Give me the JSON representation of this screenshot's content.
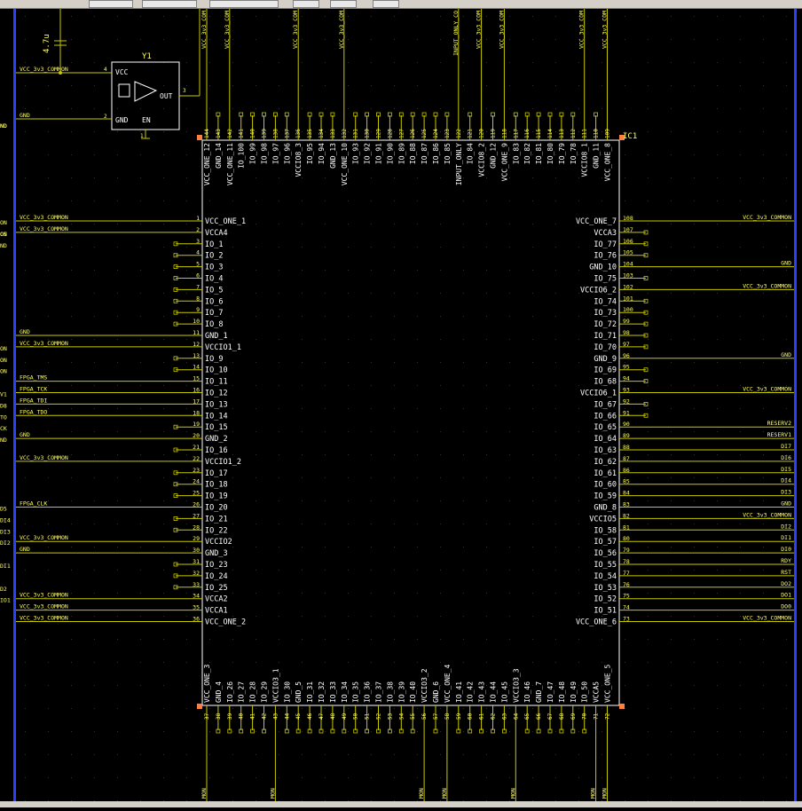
{
  "colors": {
    "background": "#000000",
    "wire": "#c8c800",
    "text": "#ffff66",
    "body": "#ffffff",
    "pin_end": "#ff8040",
    "bus": "#2a40ff",
    "grid": "#303030",
    "pin_label": "#ffffff"
  },
  "crystal": {
    "refdes": "Y1",
    "pins": [
      "VCC",
      "OUT",
      "GND",
      "EN"
    ],
    "pin_numbers": [
      "4",
      "3",
      "2",
      "1"
    ],
    "net_vcc": "VCC_3v3_COMMON",
    "net_gnd": "GND",
    "cap_value": "4.7u"
  },
  "chip": {
    "refdes": "IC1",
    "left_pins": [
      {
        "num": "1",
        "name": "VCC_ONE_1",
        "net": "VCC_3v3_COMMON"
      },
      {
        "num": "2",
        "name": "VCCA4",
        "net": "VCC_3v3_COMMON"
      },
      {
        "num": "3",
        "name": "IO_1",
        "net": ""
      },
      {
        "num": "4",
        "name": "IO_2",
        "net": ""
      },
      {
        "num": "5",
        "name": "IO_3",
        "net": ""
      },
      {
        "num": "6",
        "name": "IO_4",
        "net": ""
      },
      {
        "num": "7",
        "name": "IO_5",
        "net": ""
      },
      {
        "num": "8",
        "name": "IO_6",
        "net": ""
      },
      {
        "num": "9",
        "name": "IO_7",
        "net": ""
      },
      {
        "num": "10",
        "name": "IO_8",
        "net": ""
      },
      {
        "num": "11",
        "name": "GND_1",
        "net": "GND"
      },
      {
        "num": "12",
        "name": "VCCIO1_1",
        "net": "VCC_3v3_COMMON"
      },
      {
        "num": "13",
        "name": "IO_9",
        "net": ""
      },
      {
        "num": "14",
        "name": "IO_10",
        "net": ""
      },
      {
        "num": "15",
        "name": "IO_11",
        "net": "FPGA_TMS"
      },
      {
        "num": "16",
        "name": "IO_12",
        "net": "FPGA_TCK"
      },
      {
        "num": "17",
        "name": "IO_13",
        "net": "FPGA_TDI"
      },
      {
        "num": "18",
        "name": "IO_14",
        "net": "FPGA_TDO"
      },
      {
        "num": "19",
        "name": "IO_15",
        "net": ""
      },
      {
        "num": "20",
        "name": "GND_2",
        "net": "GND"
      },
      {
        "num": "21",
        "name": "IO_16",
        "net": ""
      },
      {
        "num": "22",
        "name": "VCCIO1_2",
        "net": "VCC_3v3_COMMON"
      },
      {
        "num": "23",
        "name": "IO_17",
        "net": ""
      },
      {
        "num": "24",
        "name": "IO_18",
        "net": ""
      },
      {
        "num": "25",
        "name": "IO_19",
        "net": ""
      },
      {
        "num": "26",
        "name": "IO_20",
        "net": "FPGA_CLK"
      },
      {
        "num": "27",
        "name": "IO_21",
        "net": ""
      },
      {
        "num": "28",
        "name": "IO_22",
        "net": ""
      },
      {
        "num": "29",
        "name": "VCCIO2",
        "net": "VCC_3v3_COMMON"
      },
      {
        "num": "30",
        "name": "GND_3",
        "net": "GND"
      },
      {
        "num": "31",
        "name": "IO_23",
        "net": ""
      },
      {
        "num": "32",
        "name": "IO_24",
        "net": ""
      },
      {
        "num": "33",
        "name": "IO_25",
        "net": ""
      },
      {
        "num": "34",
        "name": "VCCA2",
        "net": "VCC_3v3_COMMON"
      },
      {
        "num": "35",
        "name": "VCCA1",
        "net": "VCC_3v3_COMMON"
      },
      {
        "num": "36",
        "name": "VCC_ONE_2",
        "net": "VCC_3v3_COMMON"
      }
    ],
    "right_pins": [
      {
        "num": "108",
        "name": "VCC_ONE_7",
        "net": "VCC_3v3_COMMON"
      },
      {
        "num": "107",
        "name": "VCCA3",
        "net": ""
      },
      {
        "num": "106",
        "name": "IO_77",
        "net": ""
      },
      {
        "num": "105",
        "name": "IO_76",
        "net": ""
      },
      {
        "num": "104",
        "name": "GND_10",
        "net": "GND"
      },
      {
        "num": "103",
        "name": "IO_75",
        "net": ""
      },
      {
        "num": "102",
        "name": "VCCIO6_2",
        "net": "VCC_3v3_COMMON"
      },
      {
        "num": "101",
        "name": "IO_74",
        "net": ""
      },
      {
        "num": "100",
        "name": "IO_73",
        "net": ""
      },
      {
        "num": "99",
        "name": "IO_72",
        "net": ""
      },
      {
        "num": "98",
        "name": "IO_71",
        "net": ""
      },
      {
        "num": "97",
        "name": "IO_70",
        "net": ""
      },
      {
        "num": "96",
        "name": "GND_9",
        "net": "GND"
      },
      {
        "num": "95",
        "name": "IO_69",
        "net": ""
      },
      {
        "num": "94",
        "name": "IO_68",
        "net": ""
      },
      {
        "num": "93",
        "name": "VCCIO6_1",
        "net": "VCC_3v3_COMMON"
      },
      {
        "num": "92",
        "name": "IO_67",
        "net": ""
      },
      {
        "num": "91",
        "name": "IO_66",
        "net": ""
      },
      {
        "num": "90",
        "name": "IO_65",
        "net": "RESERV2"
      },
      {
        "num": "89",
        "name": "IO_64",
        "net": "RESERV1"
      },
      {
        "num": "88",
        "name": "IO_63",
        "net": "DI7"
      },
      {
        "num": "87",
        "name": "IO_62",
        "net": "DI6"
      },
      {
        "num": "86",
        "name": "IO_61",
        "net": "DI5"
      },
      {
        "num": "85",
        "name": "IO_60",
        "net": "DI4"
      },
      {
        "num": "84",
        "name": "IO_59",
        "net": "DI3"
      },
      {
        "num": "83",
        "name": "GND_8",
        "net": "GND"
      },
      {
        "num": "82",
        "name": "VCCIO5",
        "net": "VCC_3v3_COMMON"
      },
      {
        "num": "81",
        "name": "IO_58",
        "net": "DI2"
      },
      {
        "num": "80",
        "name": "IO_57",
        "net": "DI1"
      },
      {
        "num": "79",
        "name": "IO_56",
        "net": "DI0"
      },
      {
        "num": "78",
        "name": "IO_55",
        "net": "RDY"
      },
      {
        "num": "77",
        "name": "IO_54",
        "net": "RST"
      },
      {
        "num": "76",
        "name": "IO_53",
        "net": "DO2"
      },
      {
        "num": "75",
        "name": "IO_52",
        "net": "DO1"
      },
      {
        "num": "74",
        "name": "IO_51",
        "net": "DO0"
      },
      {
        "num": "73",
        "name": "VCC_ONE_6",
        "net": "VCC_3v3_COMMON"
      }
    ],
    "top_pins": [
      {
        "num": "144",
        "name": "VCC_ONE_12",
        "net": "VCC_3v3_COM"
      },
      {
        "num": "143",
        "name": "GND_14",
        "net": ""
      },
      {
        "num": "142",
        "name": "VCC_ONE_11",
        "net": "VCC_3v3_COM"
      },
      {
        "num": "141",
        "name": "IO_100",
        "net": ""
      },
      {
        "num": "140",
        "name": "IO_99",
        "net": ""
      },
      {
        "num": "139",
        "name": "IO_98",
        "net": ""
      },
      {
        "num": "138",
        "name": "IO_97",
        "net": ""
      },
      {
        "num": "137",
        "name": "IO_96",
        "net": ""
      },
      {
        "num": "136",
        "name": "VCCIO8_3",
        "net": "VCC_3v3_COM"
      },
      {
        "num": "135",
        "name": "IO_95",
        "net": ""
      },
      {
        "num": "134",
        "name": "IO_94",
        "net": ""
      },
      {
        "num": "133",
        "name": "GND_13",
        "net": ""
      },
      {
        "num": "132",
        "name": "VCC_ONE_10",
        "net": "VCC_3v3_COM"
      },
      {
        "num": "131",
        "name": "IO_93",
        "net": ""
      },
      {
        "num": "130",
        "name": "IO_92",
        "net": ""
      },
      {
        "num": "129",
        "name": "IO_91",
        "net": ""
      },
      {
        "num": "128",
        "name": "IO_90",
        "net": ""
      },
      {
        "num": "127",
        "name": "IO_89",
        "net": ""
      },
      {
        "num": "126",
        "name": "IO_88",
        "net": ""
      },
      {
        "num": "125",
        "name": "IO_87",
        "net": ""
      },
      {
        "num": "124",
        "name": "IO_86",
        "net": ""
      },
      {
        "num": "123",
        "name": "IO_85",
        "net": ""
      },
      {
        "num": "122",
        "name": "INPUT_ONLY",
        "net": "INPUT_ONLY_CO"
      },
      {
        "num": "121",
        "name": "IO_84",
        "net": ""
      },
      {
        "num": "120",
        "name": "VCCIO8_2",
        "net": "VCC_3v3_COM"
      },
      {
        "num": "119",
        "name": "GND_12",
        "net": ""
      },
      {
        "num": "118",
        "name": "VCC_ONE_9",
        "net": "VCC_3v3_COM"
      },
      {
        "num": "117",
        "name": "IO_83",
        "net": ""
      },
      {
        "num": "116",
        "name": "IO_82",
        "net": ""
      },
      {
        "num": "115",
        "name": "IO_81",
        "net": ""
      },
      {
        "num": "114",
        "name": "IO_80",
        "net": ""
      },
      {
        "num": "113",
        "name": "IO_79",
        "net": ""
      },
      {
        "num": "112",
        "name": "IO_78",
        "net": ""
      },
      {
        "num": "111",
        "name": "VCCIO8_1",
        "net": "VCC_3v3_COM"
      },
      {
        "num": "110",
        "name": "GND_11",
        "net": ""
      },
      {
        "num": "109",
        "name": "VCC_ONE_8",
        "net": "VCC_3v3_COM"
      }
    ],
    "bottom_pins": [
      {
        "num": "37",
        "name": "VCC_ONE_3",
        "net": "MON"
      },
      {
        "num": "38",
        "name": "GND_4",
        "net": ""
      },
      {
        "num": "39",
        "name": "IO_26",
        "net": ""
      },
      {
        "num": "40",
        "name": "IO_27",
        "net": ""
      },
      {
        "num": "41",
        "name": "IO_28",
        "net": ""
      },
      {
        "num": "42",
        "name": "IO_29",
        "net": ""
      },
      {
        "num": "43",
        "name": "VCCIO3_1",
        "net": "MON"
      },
      {
        "num": "44",
        "name": "IO_30",
        "net": ""
      },
      {
        "num": "45",
        "name": "GND_5",
        "net": ""
      },
      {
        "num": "46",
        "name": "IO_31",
        "net": ""
      },
      {
        "num": "47",
        "name": "IO_32",
        "net": ""
      },
      {
        "num": "48",
        "name": "IO_33",
        "net": ""
      },
      {
        "num": "49",
        "name": "IO_34",
        "net": ""
      },
      {
        "num": "50",
        "name": "IO_35",
        "net": ""
      },
      {
        "num": "51",
        "name": "IO_36",
        "net": ""
      },
      {
        "num": "52",
        "name": "IO_37",
        "net": ""
      },
      {
        "num": "53",
        "name": "IO_38",
        "net": ""
      },
      {
        "num": "54",
        "name": "IO_39",
        "net": ""
      },
      {
        "num": "55",
        "name": "IO_40",
        "net": ""
      },
      {
        "num": "56",
        "name": "VCCIO3_2",
        "net": "MON"
      },
      {
        "num": "57",
        "name": "GND_6",
        "net": ""
      },
      {
        "num": "58",
        "name": "VCC_ONE_4",
        "net": "MON"
      },
      {
        "num": "59",
        "name": "IO_41",
        "net": ""
      },
      {
        "num": "60",
        "name": "IO_42",
        "net": ""
      },
      {
        "num": "61",
        "name": "IO_43",
        "net": ""
      },
      {
        "num": "62",
        "name": "IO_44",
        "net": ""
      },
      {
        "num": "63",
        "name": "IO_45",
        "net": ""
      },
      {
        "num": "64",
        "name": "VCCIO3_3",
        "net": "MON"
      },
      {
        "num": "65",
        "name": "IO_46",
        "net": ""
      },
      {
        "num": "66",
        "name": "GND_7",
        "net": ""
      },
      {
        "num": "67",
        "name": "IO_47",
        "net": ""
      },
      {
        "num": "68",
        "name": "IO_48",
        "net": ""
      },
      {
        "num": "69",
        "name": "IO_49",
        "net": ""
      },
      {
        "num": "70",
        "name": "IO_50",
        "net": ""
      },
      {
        "num": "71",
        "name": "VCCA5",
        "net": "MON"
      },
      {
        "num": "72",
        "name": "VCC_ONE_5",
        "net": "MON"
      }
    ]
  },
  "left_edge_labels": [
    {
      "text": "CS",
      "pin": "2"
    },
    {
      "text": "ON",
      "pin": "1"
    },
    {
      "text": "ON",
      "pin": "2"
    },
    {
      "text": "ND",
      "pin": "3"
    },
    {
      "text": "ON",
      "pin": "12"
    },
    {
      "text": "ON",
      "pin": "13"
    },
    {
      "text": "ON",
      "pin": "14"
    },
    {
      "text": "V1",
      "pin": "16"
    },
    {
      "text": "D8",
      "pin": "17"
    },
    {
      "text": "TO",
      "pin": "18"
    },
    {
      "text": "CK",
      "pin": "19"
    },
    {
      "text": "ND",
      "pin": "20"
    },
    {
      "text": "D5",
      "pin": "26"
    },
    {
      "text": "DI4",
      "pin": "27"
    },
    {
      "text": "DI3",
      "pin": "28"
    },
    {
      "text": "DI2",
      "pin": "29"
    },
    {
      "text": "DI1",
      "pin": "31"
    },
    {
      "text": "D2",
      "pin": "33"
    },
    {
      "text": "IO1",
      "pin": "34"
    },
    {
      "text": "ND",
      "pin": "40"
    },
    {
      "text": "ND",
      "pin": "45"
    }
  ]
}
